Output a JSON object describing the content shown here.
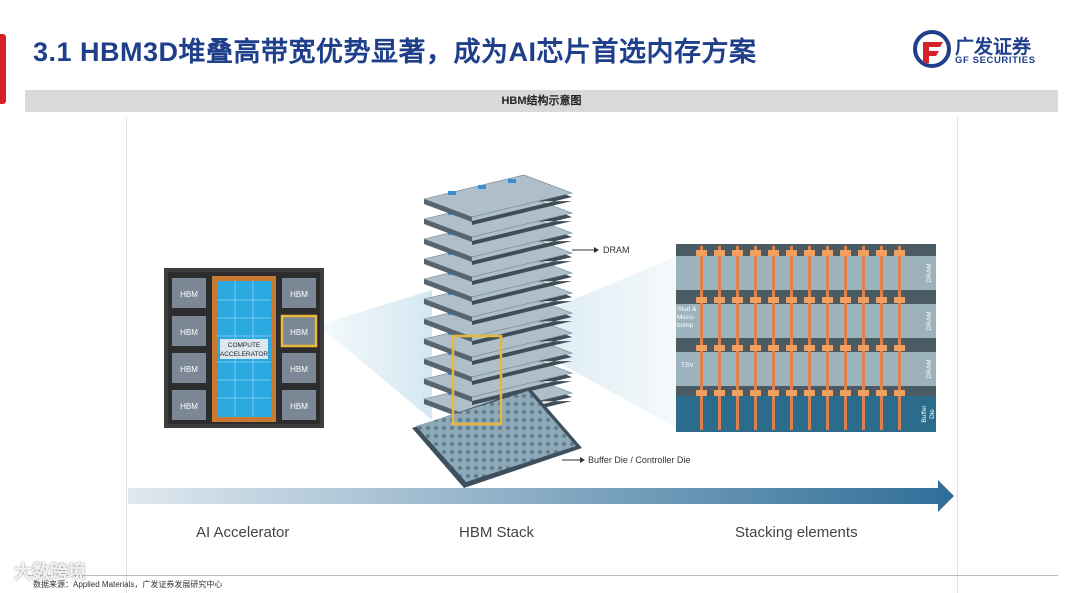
{
  "header": {
    "title": "3.1 HBM3D堆叠高带宽优势显著，成为AI芯片首选内存方案",
    "logo_cn": "广发证券",
    "logo_en": "GF SECURITIES"
  },
  "figure": {
    "caption": "HBM结构示意图",
    "accelerator": {
      "hbm_label": "HBM",
      "core_label_1": "COMPUTE",
      "core_label_2": "ACCELERATOR"
    },
    "stack": {
      "dram_label": "DRAM",
      "buffer_label": "Buffer Die / Controller Die"
    },
    "elements": {
      "stud_label_1": "Stud &",
      "stud_label_2": "Micro-",
      "stud_label_3": "bump",
      "tsv_label": "TSV",
      "dram_label": "DRAM",
      "buffer_label_1": "Buffer",
      "buffer_label_2": "Die"
    },
    "stages": [
      "AI Accelerator",
      "HBM Stack",
      "Stacking elements"
    ]
  },
  "footer": {
    "source": "数据来源：Applied Materials，广发证券发展研究中心",
    "watermark": "大数跨境"
  },
  "colors": {
    "title_blue": "#1f3f8a",
    "accent_red": "#d6202a",
    "compute_blue": "#2aa8e0",
    "highlight_yellow": "#e8b83a",
    "tsv_orange": "#e0804a",
    "arrow_blue": "#2f6e98"
  }
}
